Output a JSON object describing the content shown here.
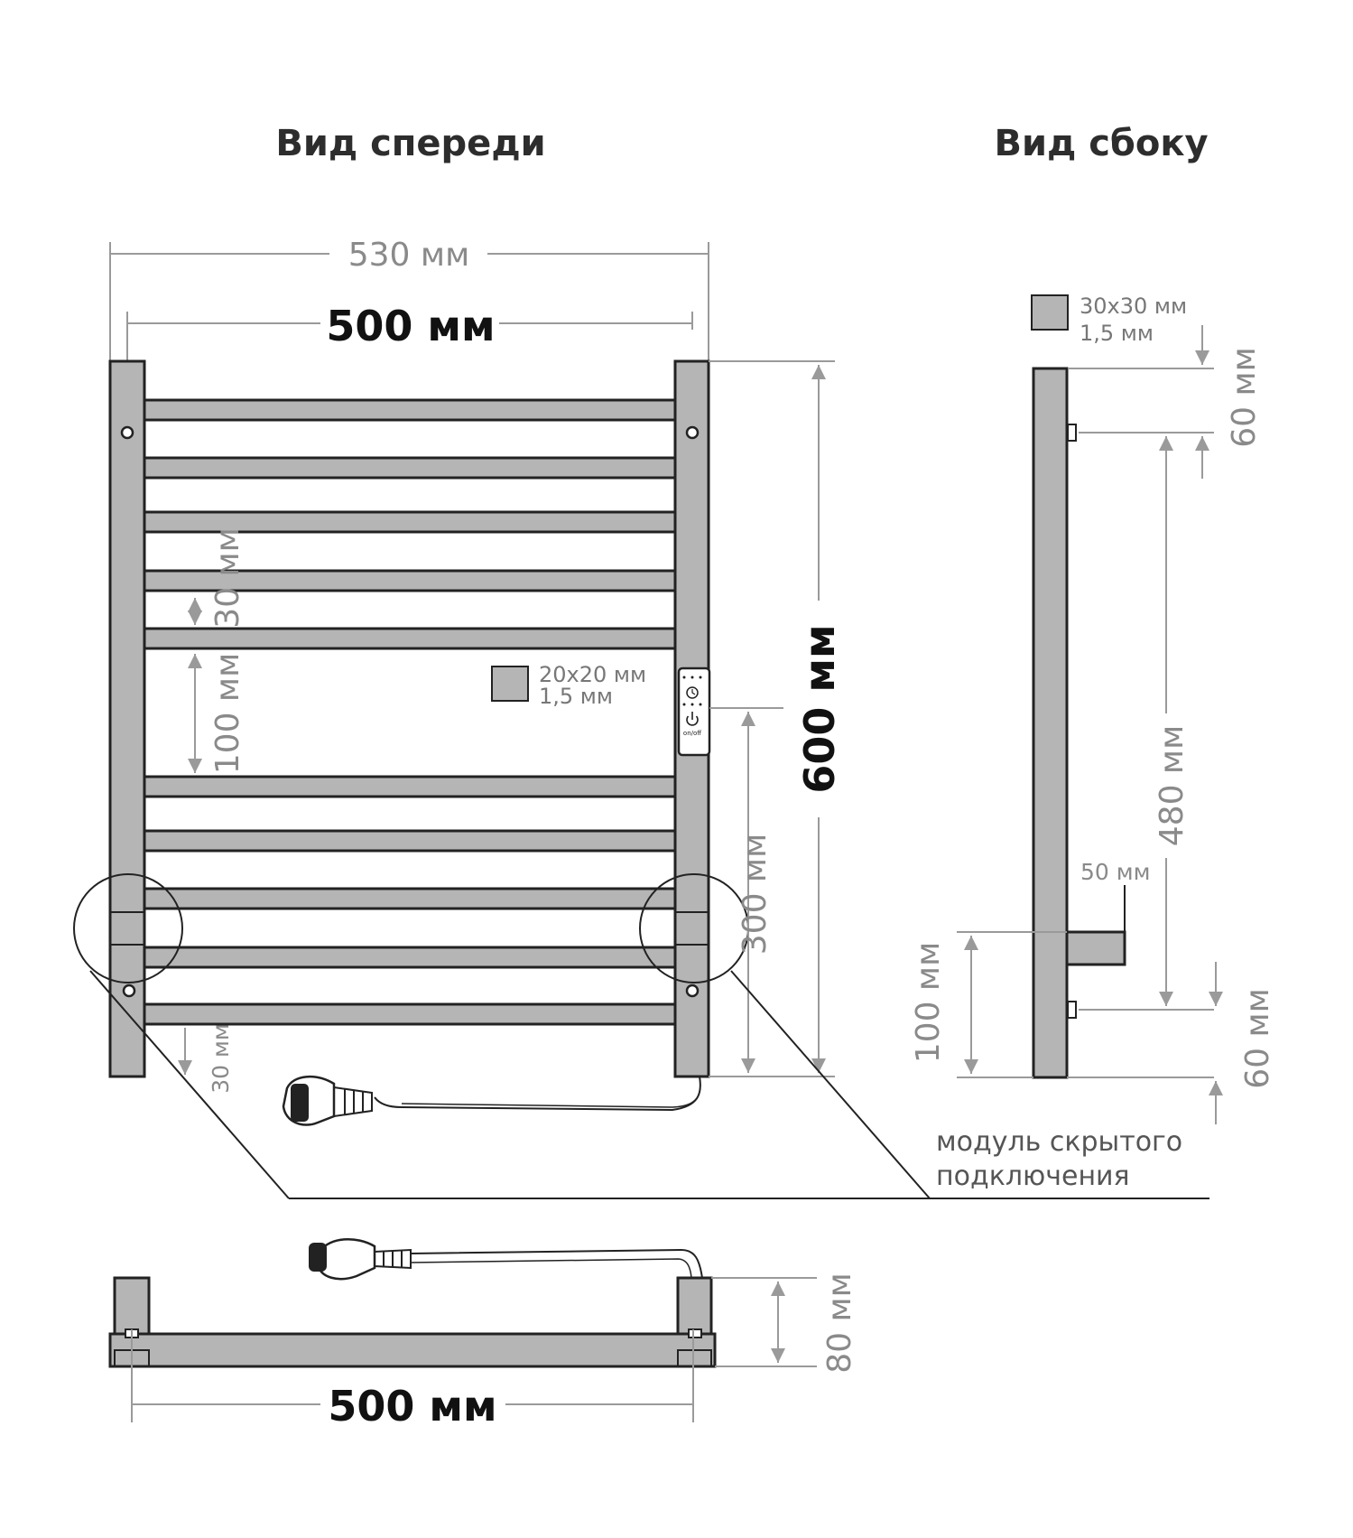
{
  "titles": {
    "front": "Вид спереди",
    "side": "Вид сбоку"
  },
  "front": {
    "overall_width": "530 мм",
    "center_width": "500 мм",
    "height": "600 мм",
    "rail_gap": "30 мм",
    "section_gap": "100 мм",
    "bottom_connection": "300 мм",
    "bottom_offset": "30 мм",
    "profile": {
      "size": "20x20 мм",
      "wall": "1,5 мм"
    },
    "control": {
      "power_label": "on/off"
    }
  },
  "side": {
    "profile": {
      "size": "30x30 мм",
      "wall": "1,5 мм"
    },
    "top_offset": "60 мм",
    "mount_span": "480 мм",
    "shelf_depth": "50 мм",
    "shelf_height": "100 мм",
    "bottom_offset": "60 мм"
  },
  "callout": {
    "line1": "модуль скрытого",
    "line2": "подключения"
  },
  "top_view": {
    "width": "500 мм",
    "depth": "80 мм"
  },
  "colors": {
    "fill": "#b5b5b5",
    "outline": "#222222",
    "dimension": "#9a9a9a"
  }
}
